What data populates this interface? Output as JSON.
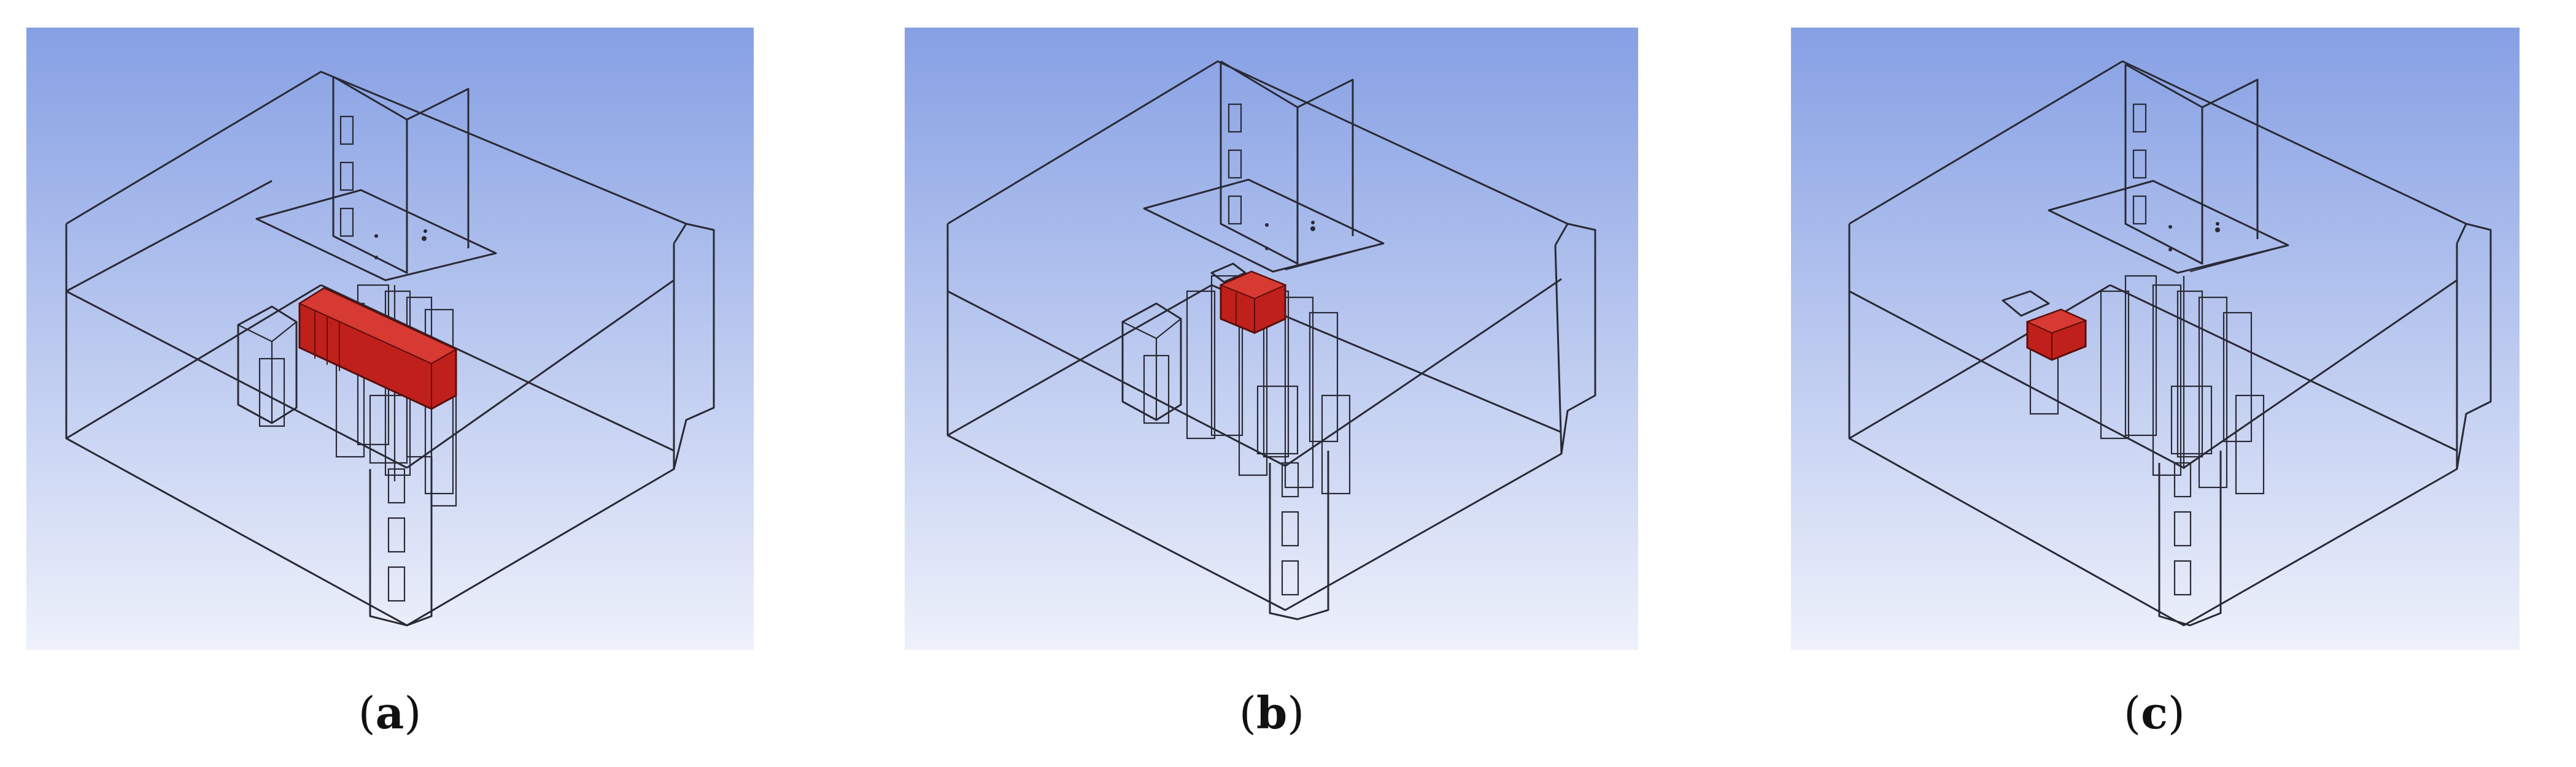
{
  "colors": {
    "sky_top": "#86a0e4",
    "sky_bottom": "#eef1fb",
    "highlight": "#c0201c",
    "wire": "#2a2a35"
  },
  "panels": [
    {
      "id": "a",
      "label_prefix": "(",
      "label": "a",
      "label_suffix": ")",
      "highlight": "long-block"
    },
    {
      "id": "b",
      "label_prefix": "(",
      "label": "b",
      "label_suffix": ")",
      "highlight": "upper-block"
    },
    {
      "id": "c",
      "label_prefix": "(",
      "label": "c",
      "label_suffix": ")",
      "highlight": "side-cube"
    }
  ]
}
